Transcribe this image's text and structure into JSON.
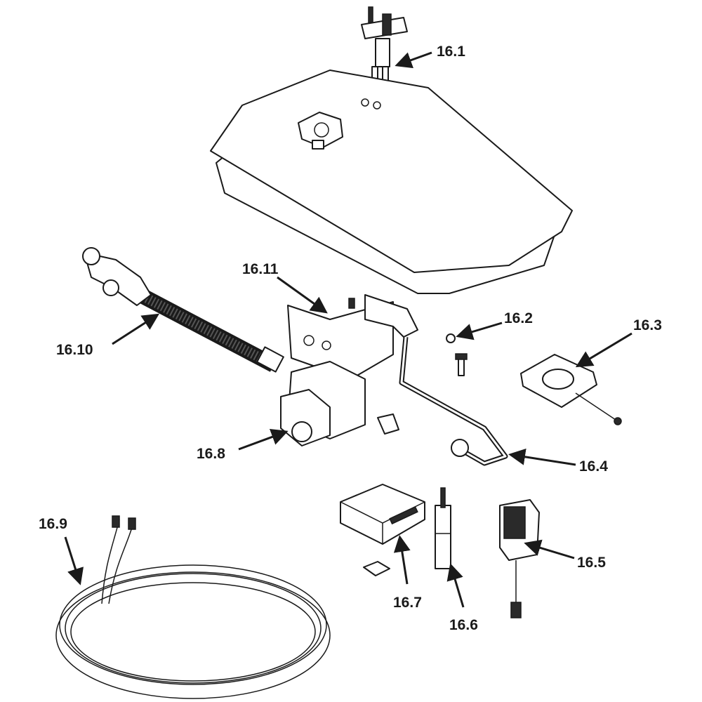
{
  "diagram": {
    "title": "",
    "callouts": [
      {
        "id": "16.1",
        "label": "16.1"
      },
      {
        "id": "16.2",
        "label": "16.2"
      },
      {
        "id": "16.3",
        "label": "16.3"
      },
      {
        "id": "16.4",
        "label": "16.4"
      },
      {
        "id": "16.5",
        "label": "16.5"
      },
      {
        "id": "16.6",
        "label": "16.6"
      },
      {
        "id": "16.7",
        "label": "16.7"
      },
      {
        "id": "16.8",
        "label": "16.8"
      },
      {
        "id": "16.9",
        "label": "16.9"
      },
      {
        "id": "16.10",
        "label": "16.10"
      },
      {
        "id": "16.11",
        "label": "16.11"
      }
    ]
  }
}
